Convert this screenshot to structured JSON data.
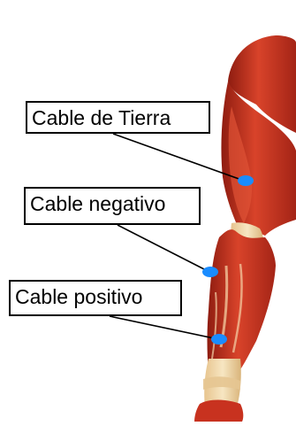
{
  "labels": {
    "ground": "Cable de Tierra",
    "negative": "Cable negativo",
    "positive": "Cable positivo"
  },
  "colors": {
    "electrode": "#1a8cff",
    "muscle": "#c8321f",
    "tendon": "#f2d9a6",
    "leader_line": "#000000"
  }
}
